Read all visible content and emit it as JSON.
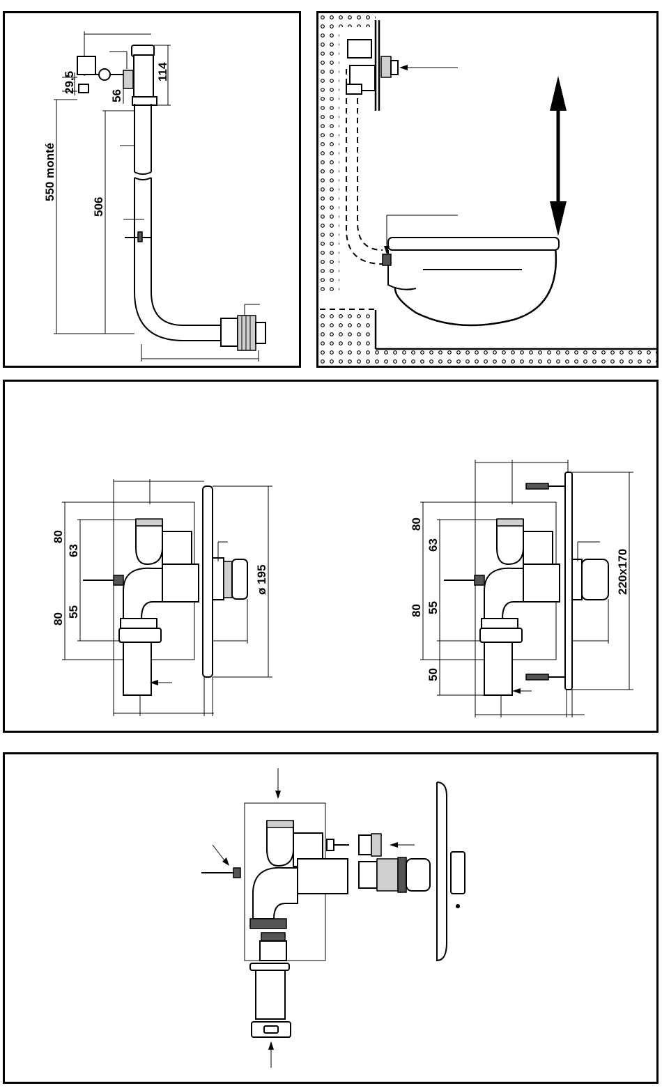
{
  "panel_top_left": {
    "dimensions": {
      "total_mounted": "550 monté",
      "pipe_length": "506",
      "height_114": "114",
      "offset_29_5": "29,5",
      "offset_56": "56"
    }
  },
  "panel_top_right": {},
  "panel_middle": {
    "left_view": {
      "dim_80_top": "80",
      "dim_63": "63",
      "dim_55": "55",
      "dim_80_bottom": "80",
      "diameter": "ø 195"
    },
    "right_view": {
      "dim_80_top": "80",
      "dim_63": "63",
      "dim_55": "55",
      "dim_80_bottom": "80",
      "dim_50": "50",
      "plate_size": "220x170"
    }
  },
  "panel_bottom": {}
}
